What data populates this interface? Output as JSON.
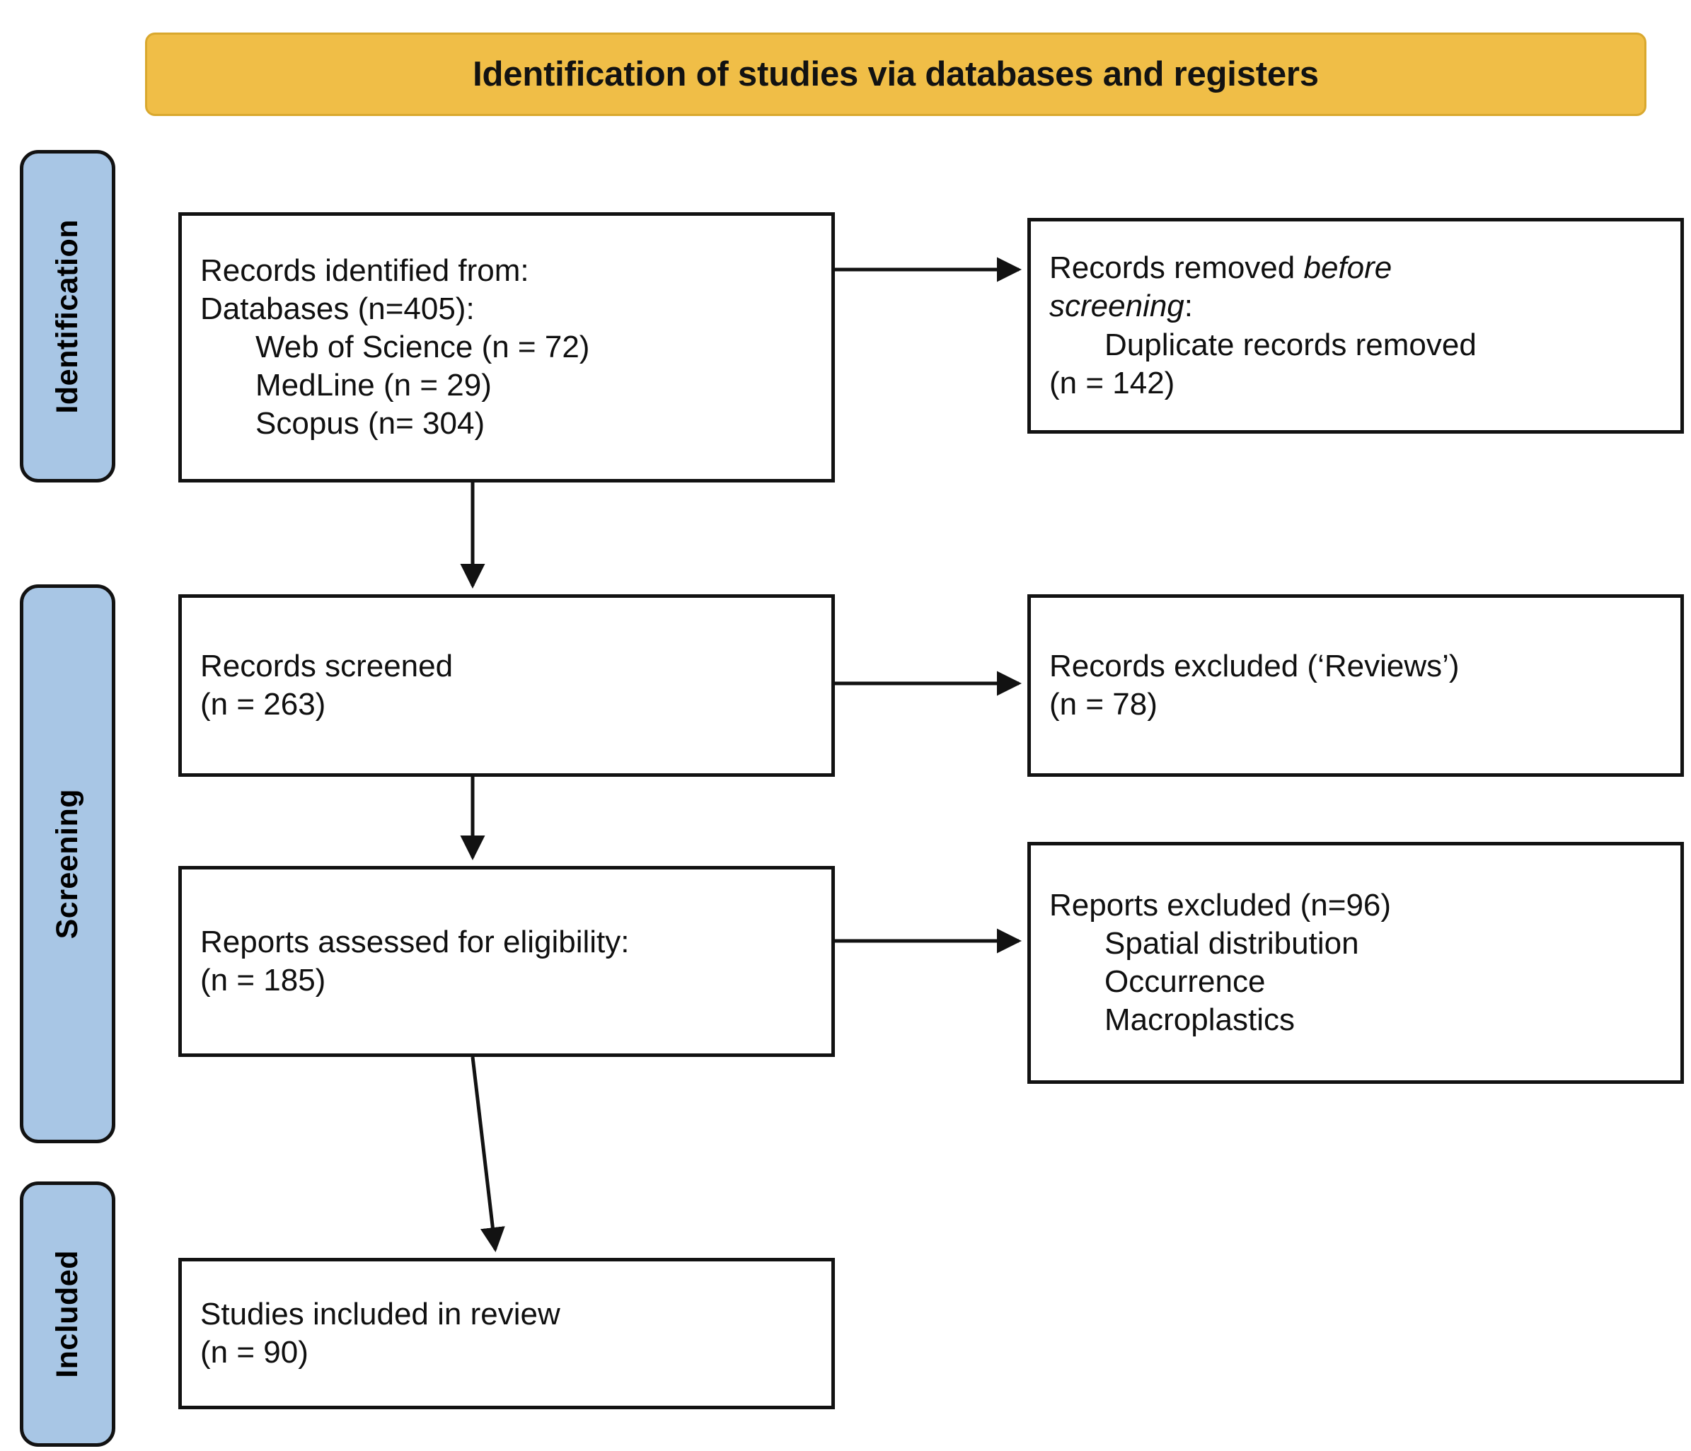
{
  "banner": {
    "title": "Identification of studies via databases and registers",
    "color": "#F0BE47"
  },
  "stages": {
    "color": "#A8C6E5",
    "identification": "Identification",
    "screening": "Screening",
    "included": "Included"
  },
  "boxes": {
    "identified": {
      "name": "records-identified",
      "lines": [
        "Records identified from:",
        "Databases (n=405):",
        "Web of Science (n = 72)",
        "MedLine (n = 29)",
        "Scopus (n= 304)"
      ]
    },
    "removed": {
      "name": "records-removed-before-screening",
      "line1_plain": "Records removed ",
      "line1_italic": "before",
      "line2_italic": "screening",
      "line2_plain": ":",
      "line3": "Duplicate records removed",
      "line4": "(n = 142)"
    },
    "screened": {
      "name": "records-screened",
      "lines": [
        "Records screened",
        "(n = 263)"
      ]
    },
    "excluded_reviews": {
      "name": "records-excluded-reviews",
      "lines": [
        "Records excluded (‘Reviews’)",
        "(n = 78)"
      ]
    },
    "eligibility": {
      "name": "reports-assessed-for-eligibility",
      "lines": [
        "Reports assessed for eligibility:",
        "(n = 185)"
      ]
    },
    "excluded_reports": {
      "name": "reports-excluded",
      "lines": [
        "Reports excluded (n=96)",
        "Spatial distribution",
        "Occurrence",
        "Macroplastics"
      ]
    },
    "included": {
      "name": "studies-included-in-review",
      "lines": [
        "Studies included in review",
        "(n = 90)"
      ]
    }
  },
  "chart_data": {
    "type": "diagram",
    "title": "Identification of studies via databases and registers",
    "nodes": [
      {
        "id": "identified",
        "stage": "Identification",
        "label": "Records identified from: Databases (n=405)",
        "n": 405,
        "sources": [
          {
            "name": "Web of Science",
            "n": 72
          },
          {
            "name": "MedLine",
            "n": 29
          },
          {
            "name": "Scopus",
            "n": 304
          }
        ]
      },
      {
        "id": "removed",
        "stage": "Identification",
        "label": "Records removed before screening: Duplicate records removed",
        "n": 142
      },
      {
        "id": "screened",
        "stage": "Screening",
        "label": "Records screened",
        "n": 263
      },
      {
        "id": "excluded_reviews",
        "stage": "Screening",
        "label": "Records excluded ('Reviews')",
        "n": 78
      },
      {
        "id": "eligibility",
        "stage": "Screening",
        "label": "Reports assessed for eligibility",
        "n": 185
      },
      {
        "id": "excluded_reports",
        "stage": "Screening",
        "label": "Reports excluded",
        "n": 96,
        "reasons": [
          "Spatial distribution",
          "Occurrence",
          "Macroplastics"
        ]
      },
      {
        "id": "included",
        "stage": "Included",
        "label": "Studies included in review",
        "n": 90
      }
    ],
    "edges": [
      {
        "from": "identified",
        "to": "removed",
        "direction": "right"
      },
      {
        "from": "identified",
        "to": "screened",
        "direction": "down"
      },
      {
        "from": "screened",
        "to": "excluded_reviews",
        "direction": "right"
      },
      {
        "from": "screened",
        "to": "eligibility",
        "direction": "down"
      },
      {
        "from": "eligibility",
        "to": "excluded_reports",
        "direction": "right"
      },
      {
        "from": "eligibility",
        "to": "included",
        "direction": "down"
      }
    ]
  }
}
